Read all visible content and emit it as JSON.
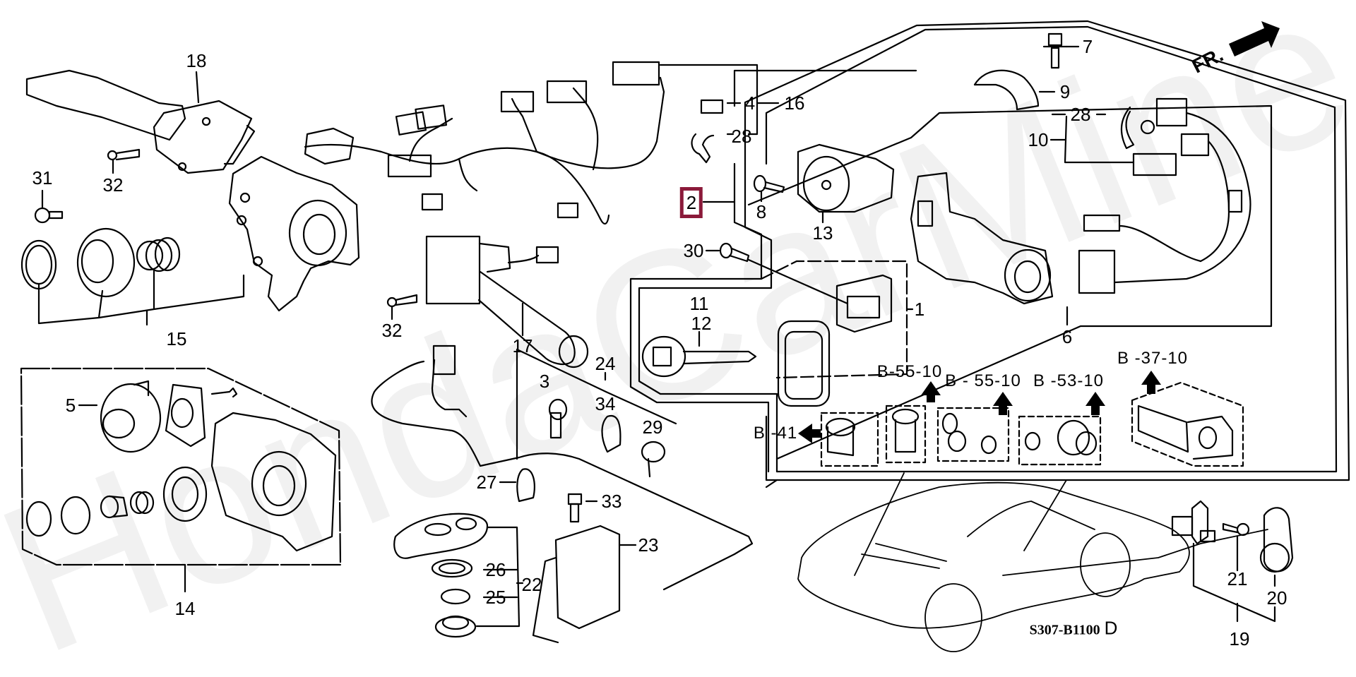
{
  "diagram": {
    "watermark": "HondaCarMine.ru",
    "diagram_code": "S307-B1100",
    "diagram_code_suffix": "D",
    "front_indicator": "FR.",
    "highlight_color": "#8B1A3A",
    "selected_part": "2",
    "callouts": [
      {
        "id": "18",
        "text": "18"
      },
      {
        "id": "32a",
        "text": "32"
      },
      {
        "id": "31",
        "text": "31"
      },
      {
        "id": "15",
        "text": "15"
      },
      {
        "id": "32b",
        "text": "32"
      },
      {
        "id": "17",
        "text": "17"
      },
      {
        "id": "4",
        "text": "4"
      },
      {
        "id": "16",
        "text": "16"
      },
      {
        "id": "28a",
        "text": "28"
      },
      {
        "id": "2",
        "text": "2"
      },
      {
        "id": "8",
        "text": "8"
      },
      {
        "id": "30",
        "text": "30"
      },
      {
        "id": "13",
        "text": "13"
      },
      {
        "id": "7",
        "text": "7"
      },
      {
        "id": "9",
        "text": "9"
      },
      {
        "id": "28b",
        "text": "28"
      },
      {
        "id": "10",
        "text": "10"
      },
      {
        "id": "1",
        "text": "1"
      },
      {
        "id": "6",
        "text": "6"
      },
      {
        "id": "11",
        "text": "11"
      },
      {
        "id": "12",
        "text": "12"
      },
      {
        "id": "24",
        "text": "24"
      },
      {
        "id": "3",
        "text": "3"
      },
      {
        "id": "34",
        "text": "34"
      },
      {
        "id": "29",
        "text": "29"
      },
      {
        "id": "5",
        "text": "5"
      },
      {
        "id": "14",
        "text": "14"
      },
      {
        "id": "27",
        "text": "27"
      },
      {
        "id": "33",
        "text": "33"
      },
      {
        "id": "23",
        "text": "23"
      },
      {
        "id": "26",
        "text": "26"
      },
      {
        "id": "22",
        "text": "22"
      },
      {
        "id": "25",
        "text": "25"
      },
      {
        "id": "21",
        "text": "21"
      },
      {
        "id": "20",
        "text": "20"
      },
      {
        "id": "19",
        "text": "19"
      }
    ],
    "references": [
      {
        "id": "b55a",
        "text": "B-55-10"
      },
      {
        "id": "b55b",
        "text": "B - 55-10"
      },
      {
        "id": "b53",
        "text": "B -53-10"
      },
      {
        "id": "b37",
        "text": "B -37-10"
      },
      {
        "id": "b41",
        "text": "B -41"
      }
    ]
  }
}
